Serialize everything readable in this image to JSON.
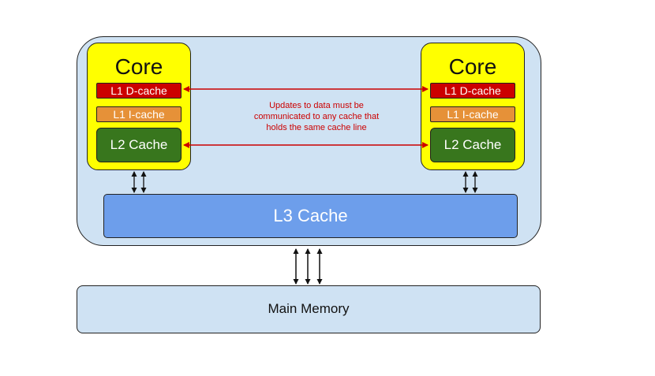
{
  "diagram": {
    "cores": [
      {
        "title": "Core",
        "l1d": "L1 D-cache",
        "l1i": "L1 I-cache",
        "l2": "L2 Cache"
      },
      {
        "title": "Core",
        "l1d": "L1 D-cache",
        "l1i": "L1 I-cache",
        "l2": "L2 Cache"
      }
    ],
    "note": "Updates to data must be\ncommunicated to any cache that\nholds the same cache line",
    "l3": "L3 Cache",
    "memory": "Main Memory",
    "colors": {
      "chip": "#cfe2f3",
      "core": "#ffff00",
      "l1d": "#cc0000",
      "l1i": "#e69138",
      "l2": "#38761d",
      "l3": "#6d9eeb",
      "memory": "#cfe2f3",
      "coherence_arrow": "#cc0000"
    }
  }
}
